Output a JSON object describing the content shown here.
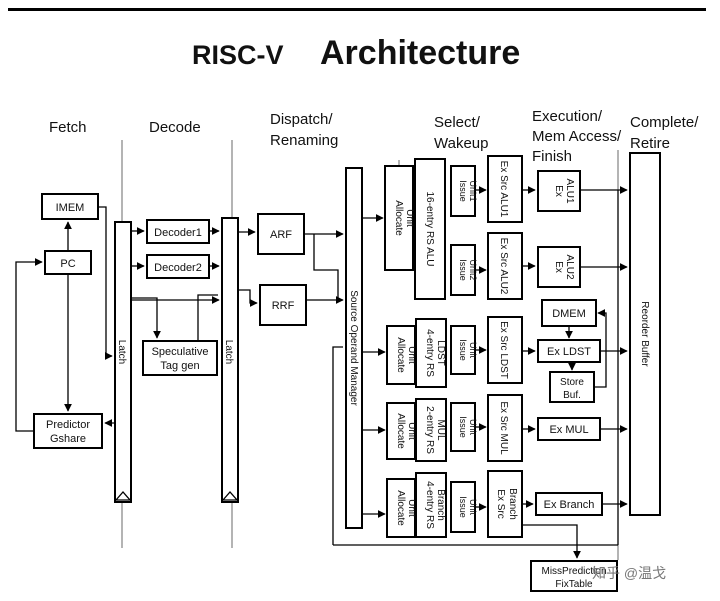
{
  "title": {
    "part1": "RISC-V",
    "part2": "Architecture"
  },
  "stages": {
    "fetch": "Fetch",
    "decode": "Decode",
    "dispatch": [
      "Dispatch/",
      "Renaming"
    ],
    "select": [
      "Select/",
      "Wakeup"
    ],
    "execution": [
      "Execution/",
      "Mem Access/",
      "Finish"
    ],
    "complete": [
      "Complete/",
      "Retire"
    ]
  },
  "blocks": {
    "imem": "IMEM",
    "pc": "PC",
    "predictor": [
      "Predictor",
      "Gshare"
    ],
    "decoder1": "Decoder1",
    "decoder2": "Decoder2",
    "latch": "Latch",
    "spec_tag": [
      "Speculative",
      "Tag gen"
    ],
    "arf": "ARF",
    "rrf": "RRF",
    "som": "Source Operand Manager",
    "allocate_unit": [
      "Allocate",
      "Unit"
    ],
    "rs_alu": "16-entry RS ALU",
    "rs_ldst": [
      "4-entry RS",
      "LDST"
    ],
    "rs_mul": [
      "2-entry RS",
      "MUL"
    ],
    "rs_branch": [
      "4-entry RS",
      "Branch"
    ],
    "issue1": [
      "Issue",
      "Unit1"
    ],
    "issue2": [
      "Issue",
      "Unit2"
    ],
    "issue": [
      "Issue",
      "Unit"
    ],
    "ex_src_alu1": "Ex Src ALU1",
    "ex_src_alu2": "Ex Src ALU2",
    "ex_src_ldst": "Ex Src LDST",
    "ex_src_mul": "Ex Src MUL",
    "ex_src_branch": [
      "Ex Src",
      "Branch"
    ],
    "ex_alu1": [
      "Ex",
      "ALU1"
    ],
    "ex_alu2": [
      "Ex",
      "ALU2"
    ],
    "dmem": "DMEM",
    "ex_ldst": "Ex LDST",
    "store_buf": [
      "Store",
      "Buf."
    ],
    "ex_mul": "Ex MUL",
    "ex_branch": "Ex Branch",
    "missprediction": [
      "MissPrediction",
      "FixTable"
    ],
    "rob": "Reorder Buffer"
  },
  "watermark": "知乎 @温戈"
}
